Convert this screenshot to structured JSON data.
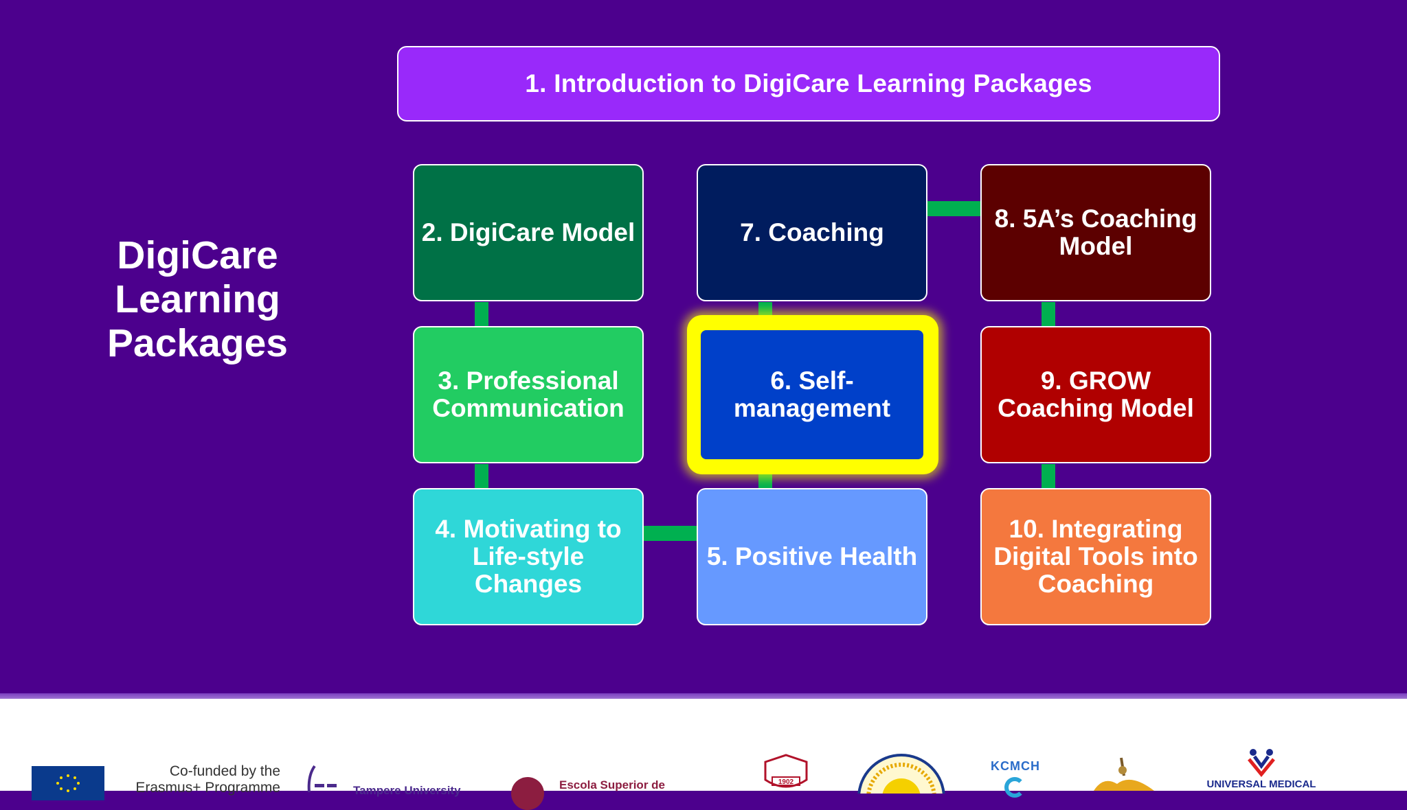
{
  "slide": {
    "header": "1. Introduction to DigiCare Learning Packages",
    "title_lines": [
      "DigiCare",
      "Learning",
      "Packages"
    ],
    "boxes": [
      {
        "label": "2. DigiCare Model",
        "color": "#007146"
      },
      {
        "label": "3. Professional Communication",
        "color": "#22cc62"
      },
      {
        "label": "4. Motivating to Life-style Changes",
        "color": "#2fd7d8"
      },
      {
        "label": "5. Positive Health",
        "color": "#6699ff"
      },
      {
        "label": "6. Self-management",
        "color": "#0040c9",
        "highlight": "#ffff00"
      },
      {
        "label": "7. Coaching",
        "color": "#001c5e"
      },
      {
        "label": "8. 5A’s Coaching Model",
        "color": "#5c0000"
      },
      {
        "label": "9. GROW Coaching Model",
        "color": "#b00000"
      },
      {
        "label": "10. Integrating Digital Tools into Coaching",
        "color": "#f4783e"
      }
    ],
    "connector_color": "#00b050",
    "background": "#4c008d"
  },
  "footer": {
    "erasmus_text_1": "Co-funded by the",
    "erasmus_text_2": "Erasmus+ Programme",
    "tampere": "Tampere University",
    "escola": "Escola Superior de",
    "kcmch": "KCMCH",
    "universal": "UNIVERSAL MEDICAL",
    "seal_year": "1902"
  }
}
